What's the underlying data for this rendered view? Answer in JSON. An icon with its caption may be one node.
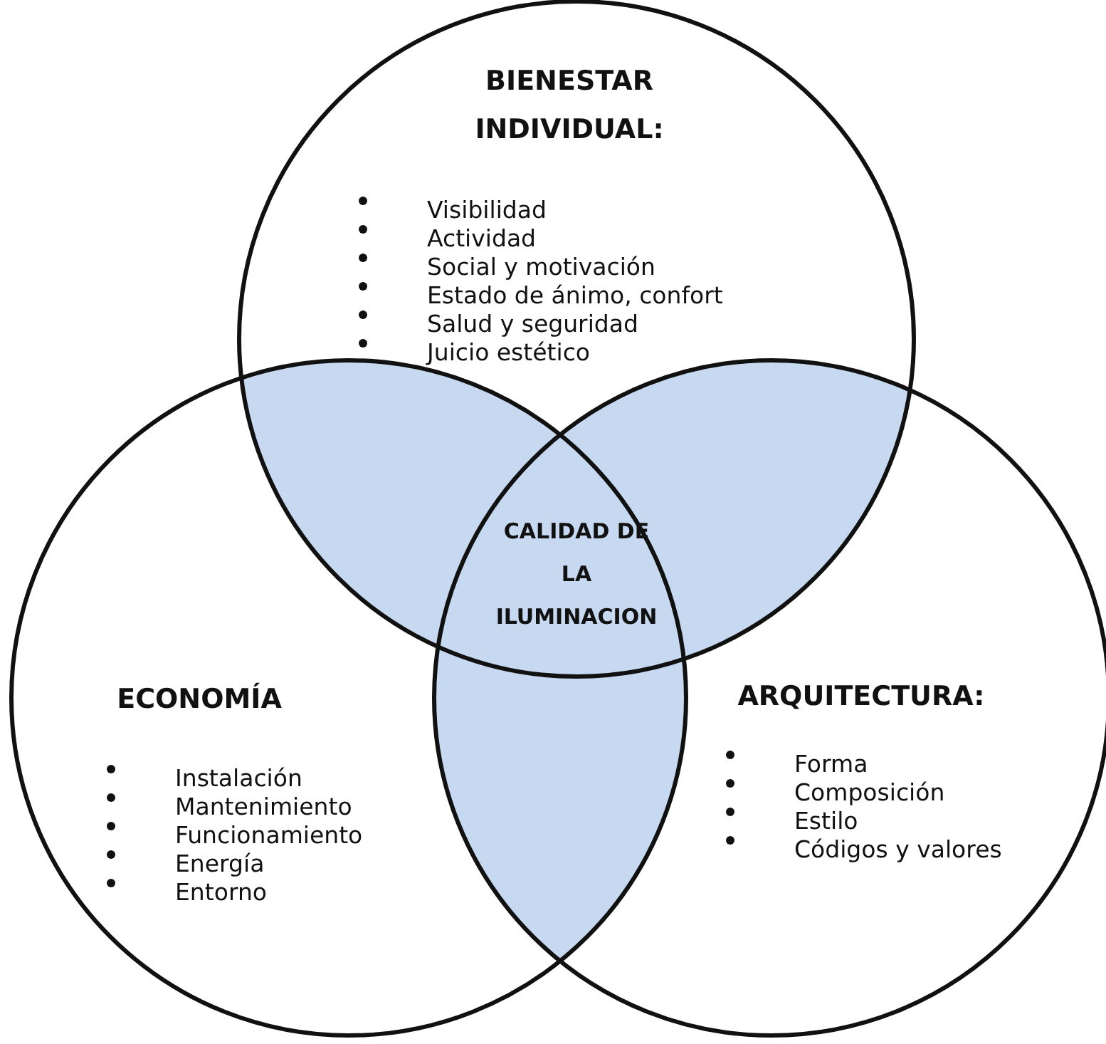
{
  "diagram": {
    "nodes": [
      {
        "text": [
          "BIENESTAR INDIVIDUAL:",
          "Visibilidad",
          "Actividad",
          "Social y motivación",
          "Estado de ánimo, confort",
          "Salud y seguridad",
          "Juicio estético"
        ]
      },
      {
        "text": [
          "ECONOMÍA",
          "Instalación",
          "Mantenimiento",
          "Funcionamiento",
          "Energía",
          "Entorno"
        ]
      },
      {
        "text": [
          "ARQUITECTURA:",
          "Forma",
          "Composición",
          "Estilo",
          "Códigos y valores"
        ]
      },
      {
        "text": [
          "CALIDAD DE LA ILUMINACION"
        ]
      }
    ]
  }
}
